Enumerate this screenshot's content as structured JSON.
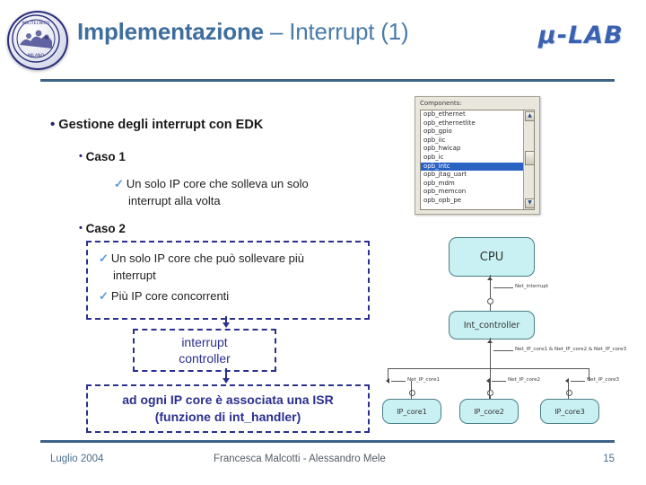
{
  "header": {
    "title_bold": "Implementazione",
    "title_sep": " – ",
    "title_light": "Interrupt (1)",
    "logo_seal": "politecnico-di-milano-seal",
    "logo_right": "μ-LAB",
    "rule_color": "#3d6387",
    "title_color": "#3e6e9e"
  },
  "content": {
    "bullet1": "Gestione degli interrupt con EDK",
    "caso1_label": "Caso 1",
    "caso1_text_line1": "Un solo IP core che solleva un solo",
    "caso1_text_line2": "interrupt alla volta",
    "caso2_label": "Caso 2",
    "caso2_text_line1": "Un solo IP core che può sollevare più",
    "caso2_text_line2": "interrupt",
    "caso2_text_line3": "Più IP core concorrenti",
    "check_glyph": "✓",
    "bullet_glyph": "•"
  },
  "flow": {
    "box_intc_line1": "interrupt",
    "box_intc_line2": "controller",
    "box_isr_line1": "ad ogni IP core è associata una ISR",
    "box_isr_line2": "(funzione di int_handler)",
    "accent_color": "#2b2f8f"
  },
  "edk_panel": {
    "label": "Components:",
    "items": [
      {
        "name": "opb_ethernet",
        "selected": false
      },
      {
        "name": "opb_ethernetlite",
        "selected": false
      },
      {
        "name": "opb_gpio",
        "selected": false
      },
      {
        "name": "opb_iic",
        "selected": false
      },
      {
        "name": "opb_hwicap",
        "selected": false
      },
      {
        "name": "opb_ic",
        "selected": false
      },
      {
        "name": "opb_intc",
        "selected": true
      },
      {
        "name": "opb_jtag_uart",
        "selected": false
      },
      {
        "name": "opb_mdm",
        "selected": false
      },
      {
        "name": "opb_memcon",
        "selected": false
      },
      {
        "name": "opb_opb_pe",
        "selected": false
      }
    ],
    "scroll_up_glyph": "▲",
    "scroll_down_glyph": "▼",
    "selection_color": "#2a62c4"
  },
  "diagram": {
    "blocks": [
      {
        "id": "cpu",
        "label": "CPU"
      },
      {
        "id": "int_controller",
        "label": "Int_controller"
      },
      {
        "id": "ip_core1",
        "label": "IP_core1"
      },
      {
        "id": "ip_core2",
        "label": "IP_core2"
      },
      {
        "id": "ip_core3",
        "label": "IP_core3"
      }
    ],
    "nets": [
      {
        "id": "net_interrupt",
        "label": "Net_interrupt"
      },
      {
        "id": "net_bus",
        "label": "Net_IP_core1 & Net_IP_core2 & Net_IP_core3"
      },
      {
        "id": "net_ip_core1",
        "label": "Net_IP_core1"
      },
      {
        "id": "net_ip_core2",
        "label": "Net_IP_core2"
      },
      {
        "id": "net_ip_core3",
        "label": "Net_IP_core3"
      }
    ],
    "block_fill": "#c9f0f2",
    "block_stroke": "#4a7f86"
  },
  "footer": {
    "date": "Luglio 2004",
    "authors": "Francesca Malcotti - Alessandro Mele",
    "page": "15"
  }
}
